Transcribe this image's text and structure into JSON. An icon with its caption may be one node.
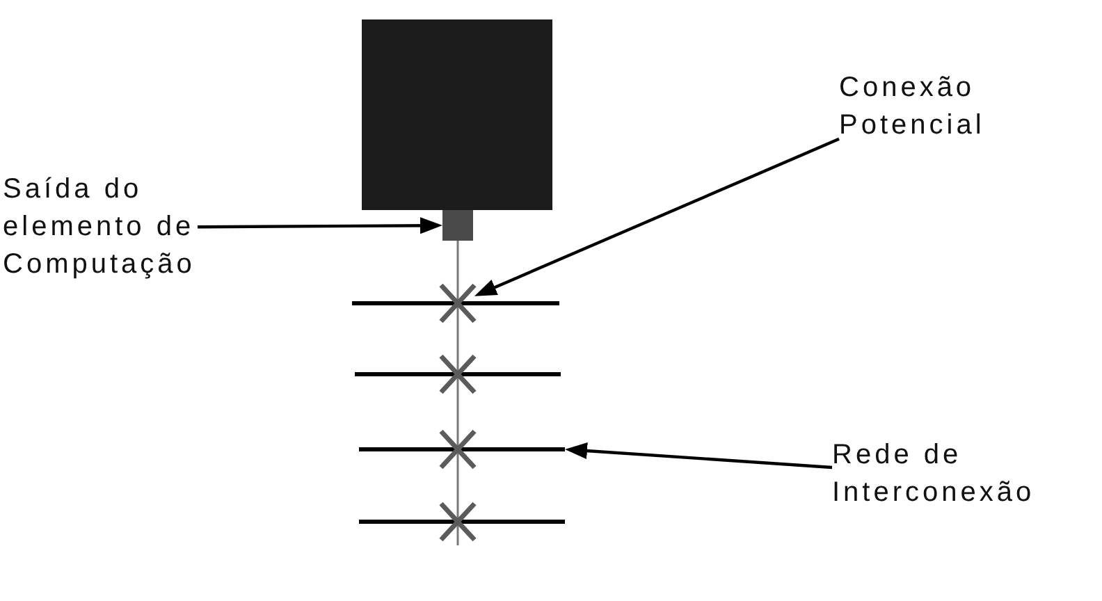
{
  "diagram": {
    "nodes": [
      {
        "text": [
          "Saída do elemento de Computação"
        ]
      },
      {
        "text": [],
        "shape": "box"
      },
      {
        "text": [
          "Conexão Potencial"
        ]
      },
      {
        "text": [],
        "shape": "cross"
      },
      {
        "text": [
          "Rede de Interconexão"
        ]
      },
      {
        "text": [],
        "shape": "bar"
      }
    ],
    "edges": [
      {
        "from": 0,
        "to": 1,
        "arrow": "to"
      },
      {
        "from": 2,
        "to": 3,
        "arrow": "to"
      },
      {
        "from": 4,
        "to": 5,
        "arrow": "to"
      }
    ]
  }
}
